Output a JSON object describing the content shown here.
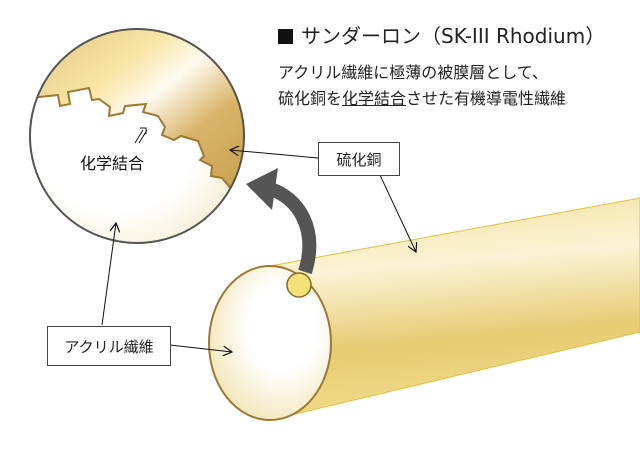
{
  "title": "サンダーロン（SK-III Rhodium）",
  "description": {
    "line1": "アクリル繊維に極薄の被膜層として、",
    "line2_pre": "硫化銅を",
    "line2_underlined": "化学結合",
    "line2_post": "させた有機導電性繊維"
  },
  "labels": {
    "copper_sulfide": "硫化銅",
    "acrylic_fiber": "アクリル繊維",
    "chemical_bond": "化学結合"
  },
  "colors": {
    "gold_light": "#fdf3c8",
    "gold_mid": "#e8cf7a",
    "gold_dark": "#c9a24e",
    "outline": "#a07830",
    "arrow_gray": "#555555"
  }
}
